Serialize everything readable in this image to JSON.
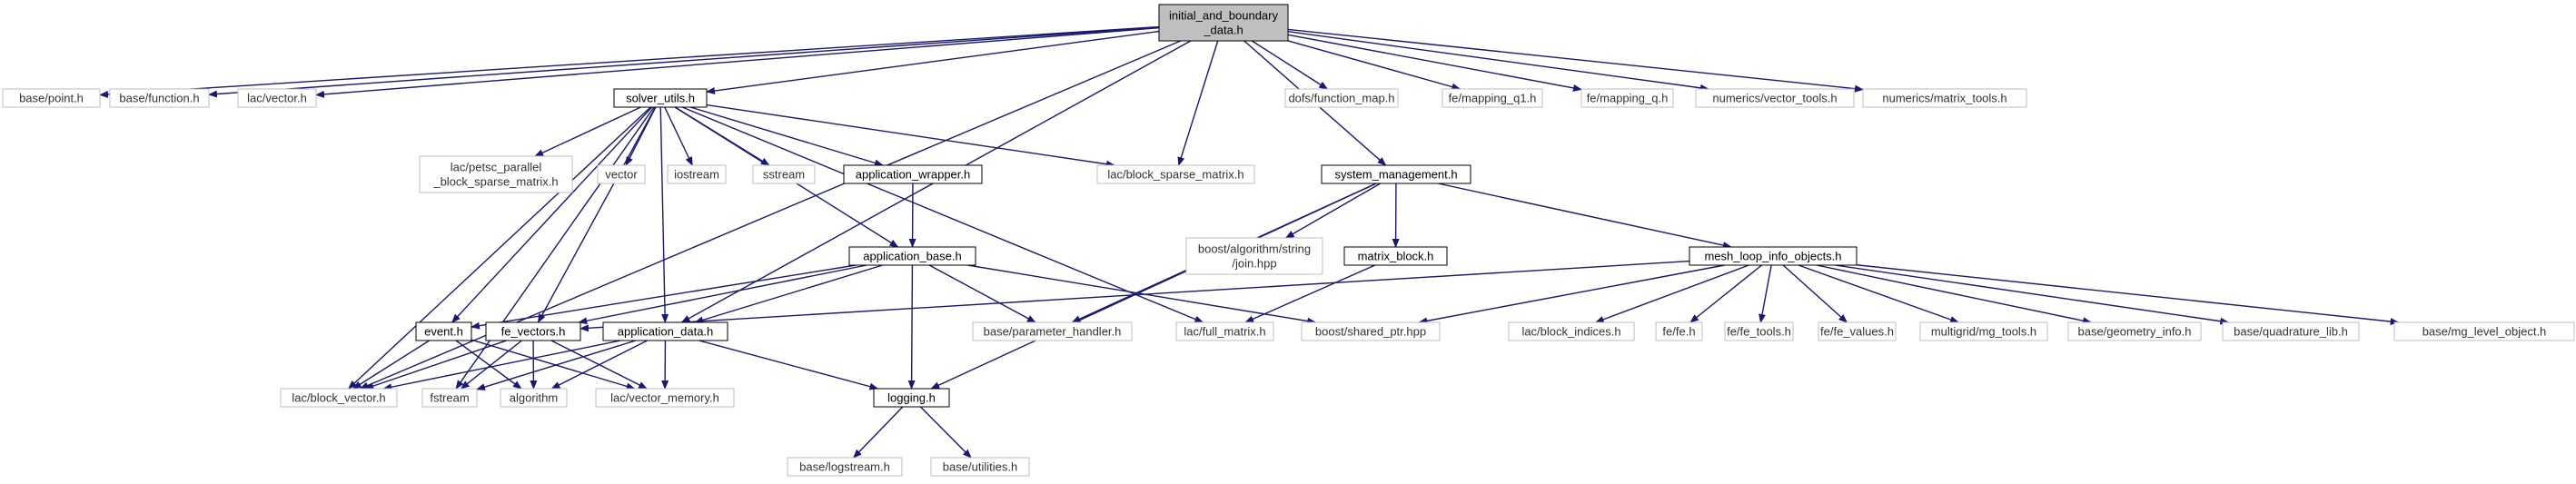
{
  "colors": {
    "edge": "#191970",
    "root_fill": "#bfbfbf",
    "root_stroke": "#000000",
    "doc_stroke": "#000000",
    "ext_stroke": "#bfbfbf",
    "background": "#ffffff"
  },
  "nodes": {
    "root": {
      "lines": [
        "initial_and_boundary",
        "_data.h"
      ],
      "kind": "root"
    },
    "point": {
      "lines": [
        "base/point.h"
      ],
      "kind": "external"
    },
    "function": {
      "lines": [
        "base/function.h"
      ],
      "kind": "external"
    },
    "vector": {
      "lines": [
        "lac/vector.h"
      ],
      "kind": "external"
    },
    "solver_utils": {
      "lines": [
        "solver_utils.h"
      ],
      "kind": "documented"
    },
    "function_map": {
      "lines": [
        "dofs/function_map.h"
      ],
      "kind": "external"
    },
    "mapping_q1": {
      "lines": [
        "fe/mapping_q1.h"
      ],
      "kind": "external"
    },
    "mapping_q": {
      "lines": [
        "fe/mapping_q.h"
      ],
      "kind": "external"
    },
    "vector_tools": {
      "lines": [
        "numerics/vector_tools.h"
      ],
      "kind": "external"
    },
    "matrix_tools": {
      "lines": [
        "numerics/matrix_tools.h"
      ],
      "kind": "external"
    },
    "petsc": {
      "lines": [
        "lac/petsc_parallel",
        "_block_sparse_matrix.h"
      ],
      "kind": "external"
    },
    "std_vector": {
      "lines": [
        "vector"
      ],
      "kind": "external"
    },
    "iostream": {
      "lines": [
        "iostream"
      ],
      "kind": "external"
    },
    "sstream": {
      "lines": [
        "sstream"
      ],
      "kind": "external"
    },
    "app_wrapper": {
      "lines": [
        "application_wrapper.h"
      ],
      "kind": "documented"
    },
    "block_sparse": {
      "lines": [
        "lac/block_sparse_matrix.h"
      ],
      "kind": "external"
    },
    "system_management": {
      "lines": [
        "system_management.h"
      ],
      "kind": "documented"
    },
    "app_base": {
      "lines": [
        "application_base.h"
      ],
      "kind": "documented"
    },
    "join": {
      "lines": [
        "boost/algorithm/string",
        "/join.hpp"
      ],
      "kind": "external"
    },
    "matrix_block": {
      "lines": [
        "matrix_block.h"
      ],
      "kind": "documented"
    },
    "mesh_loop": {
      "lines": [
        "mesh_loop_info_objects.h"
      ],
      "kind": "documented"
    },
    "event": {
      "lines": [
        "event.h"
      ],
      "kind": "documented"
    },
    "fe_vectors": {
      "lines": [
        "fe_vectors.h"
      ],
      "kind": "documented"
    },
    "app_data": {
      "lines": [
        "application_data.h"
      ],
      "kind": "documented"
    },
    "param_handler": {
      "lines": [
        "base/parameter_handler.h"
      ],
      "kind": "external"
    },
    "full_matrix": {
      "lines": [
        "lac/full_matrix.h"
      ],
      "kind": "external"
    },
    "shared_ptr": {
      "lines": [
        "boost/shared_ptr.hpp"
      ],
      "kind": "external"
    },
    "block_indices": {
      "lines": [
        "lac/block_indices.h"
      ],
      "kind": "external"
    },
    "fe": {
      "lines": [
        "fe/fe.h"
      ],
      "kind": "external"
    },
    "fe_tools": {
      "lines": [
        "fe/fe_tools.h"
      ],
      "kind": "external"
    },
    "fe_values": {
      "lines": [
        "fe/fe_values.h"
      ],
      "kind": "external"
    },
    "mg_tools": {
      "lines": [
        "multigrid/mg_tools.h"
      ],
      "kind": "external"
    },
    "geometry_info": {
      "lines": [
        "base/geometry_info.h"
      ],
      "kind": "external"
    },
    "quadrature_lib": {
      "lines": [
        "base/quadrature_lib.h"
      ],
      "kind": "external"
    },
    "mg_level_object": {
      "lines": [
        "base/mg_level_object.h"
      ],
      "kind": "external"
    },
    "block_vector": {
      "lines": [
        "lac/block_vector.h"
      ],
      "kind": "external"
    },
    "fstream": {
      "lines": [
        "fstream"
      ],
      "kind": "external"
    },
    "algorithm": {
      "lines": [
        "algorithm"
      ],
      "kind": "external"
    },
    "vector_memory": {
      "lines": [
        "lac/vector_memory.h"
      ],
      "kind": "external"
    },
    "logging": {
      "lines": [
        "logging.h"
      ],
      "kind": "documented"
    },
    "logstream": {
      "lines": [
        "base/logstream.h"
      ],
      "kind": "external"
    },
    "utilities": {
      "lines": [
        "base/utilities.h"
      ],
      "kind": "external"
    }
  },
  "edges": [
    [
      "root",
      "point"
    ],
    [
      "root",
      "function"
    ],
    [
      "root",
      "vector"
    ],
    [
      "root",
      "solver_utils"
    ],
    [
      "root",
      "function_map"
    ],
    [
      "root",
      "mapping_q1"
    ],
    [
      "root",
      "mapping_q"
    ],
    [
      "root",
      "vector_tools"
    ],
    [
      "root",
      "matrix_tools"
    ],
    [
      "root",
      "block_sparse"
    ],
    [
      "root",
      "system_management"
    ],
    [
      "root",
      "block_vector"
    ],
    [
      "root",
      "app_data"
    ],
    [
      "solver_utils",
      "petsc"
    ],
    [
      "solver_utils",
      "std_vector"
    ],
    [
      "solver_utils",
      "iostream"
    ],
    [
      "solver_utils",
      "sstream"
    ],
    [
      "solver_utils",
      "app_wrapper"
    ],
    [
      "solver_utils",
      "block_sparse"
    ],
    [
      "solver_utils",
      "app_base"
    ],
    [
      "solver_utils",
      "full_matrix"
    ],
    [
      "solver_utils",
      "event"
    ],
    [
      "solver_utils",
      "fe_vectors"
    ],
    [
      "solver_utils",
      "app_data"
    ],
    [
      "solver_utils",
      "block_vector"
    ],
    [
      "solver_utils",
      "fstream"
    ],
    [
      "app_wrapper",
      "app_base"
    ],
    [
      "app_base",
      "event"
    ],
    [
      "app_base",
      "fe_vectors"
    ],
    [
      "app_base",
      "app_data"
    ],
    [
      "app_base",
      "param_handler"
    ],
    [
      "app_base",
      "shared_ptr"
    ],
    [
      "app_base",
      "logging"
    ],
    [
      "system_management",
      "join"
    ],
    [
      "system_management",
      "matrix_block"
    ],
    [
      "system_management",
      "mesh_loop"
    ],
    [
      "system_management",
      "param_handler"
    ],
    [
      "system_management",
      "logging"
    ],
    [
      "matrix_block",
      "full_matrix"
    ],
    [
      "mesh_loop",
      "fe_vectors"
    ],
    [
      "mesh_loop",
      "shared_ptr"
    ],
    [
      "mesh_loop",
      "block_indices"
    ],
    [
      "mesh_loop",
      "fe"
    ],
    [
      "mesh_loop",
      "fe_tools"
    ],
    [
      "mesh_loop",
      "fe_values"
    ],
    [
      "mesh_loop",
      "mg_tools"
    ],
    [
      "mesh_loop",
      "geometry_info"
    ],
    [
      "mesh_loop",
      "quadrature_lib"
    ],
    [
      "mesh_loop",
      "mg_level_object"
    ],
    [
      "event",
      "block_vector"
    ],
    [
      "event",
      "algorithm"
    ],
    [
      "event",
      "vector_memory"
    ],
    [
      "fe_vectors",
      "block_vector"
    ],
    [
      "fe_vectors",
      "fstream"
    ],
    [
      "fe_vectors",
      "algorithm"
    ],
    [
      "fe_vectors",
      "vector_memory"
    ],
    [
      "app_data",
      "block_vector"
    ],
    [
      "app_data",
      "fstream"
    ],
    [
      "app_data",
      "algorithm"
    ],
    [
      "app_data",
      "vector_memory"
    ],
    [
      "app_data",
      "logging"
    ],
    [
      "logging",
      "logstream"
    ],
    [
      "logging",
      "utilities"
    ]
  ]
}
